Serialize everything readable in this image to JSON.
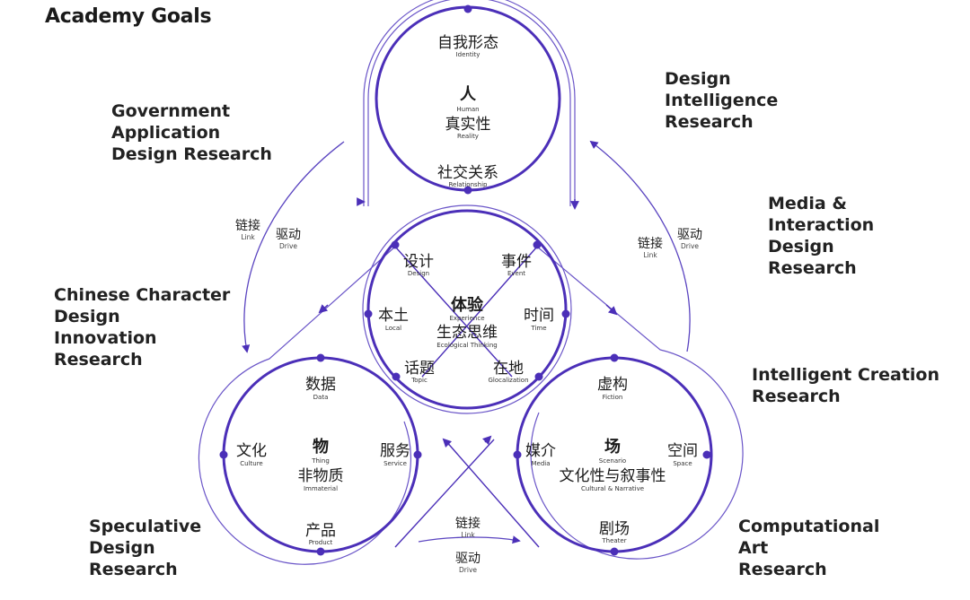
{
  "title": "Academy Goals",
  "areas": {
    "government": "Government\nApplication\nDesign Research",
    "design_intelligence": "Design\nIntelligence\nResearch",
    "media_interaction": "Media &\nInteraction\nDesign\nResearch",
    "chinese_character": "Chinese Character\nDesign\nInnovation\nResearch",
    "intelligent_creation": "Intelligent Creation\nResearch",
    "speculative": "Speculative\nDesign\nResearch",
    "computational_art": "Computational\nArt\nResearch"
  },
  "circles": {
    "human": {
      "top": {
        "zh": "自我形态",
        "en": "Identity"
      },
      "center": {
        "zh": "人",
        "en": "Human"
      },
      "sub": {
        "zh": "真实性",
        "en": "Reality"
      },
      "bottom": {
        "zh": "社交关系",
        "en": "Relationship"
      }
    },
    "experience": {
      "center": {
        "zh": "体验",
        "en": "Experience"
      },
      "sub": {
        "zh": "生态思维",
        "en": "Ecological Thinking"
      },
      "top_left": {
        "zh": "设计",
        "en": "Design"
      },
      "top_right": {
        "zh": "事件",
        "en": "Event"
      },
      "left": {
        "zh": "本土",
        "en": "Local"
      },
      "right": {
        "zh": "时间",
        "en": "Time"
      },
      "bottom_left": {
        "zh": "话题",
        "en": "Topic"
      },
      "bottom_right": {
        "zh": "在地",
        "en": "Glocalization"
      }
    },
    "thing": {
      "top": {
        "zh": "数据",
        "en": "Data"
      },
      "left": {
        "zh": "文化",
        "en": "Culture"
      },
      "right": {
        "zh": "服务",
        "en": "Service"
      },
      "center": {
        "zh": "物",
        "en": "Thing"
      },
      "sub": {
        "zh": "非物质",
        "en": "Immaterial"
      },
      "bottom": {
        "zh": "产品",
        "en": "Product"
      }
    },
    "scenario": {
      "top": {
        "zh": "虚构",
        "en": "Fiction"
      },
      "left": {
        "zh": "媒介",
        "en": "Media"
      },
      "right": {
        "zh": "空间",
        "en": "Space"
      },
      "center": {
        "zh": "场",
        "en": "Scenario"
      },
      "sub": {
        "zh": "文化性与叙事性",
        "en": "Cultural & Narrative"
      },
      "bottom": {
        "zh": "剧场",
        "en": "Theater"
      }
    }
  },
  "flows": {
    "link_zh": "链接",
    "link_en": "Link",
    "drive_zh": "驱动",
    "drive_en": "Drive"
  },
  "colors": {
    "ring": "#4b2fb8",
    "text": "#1a1a1a"
  }
}
